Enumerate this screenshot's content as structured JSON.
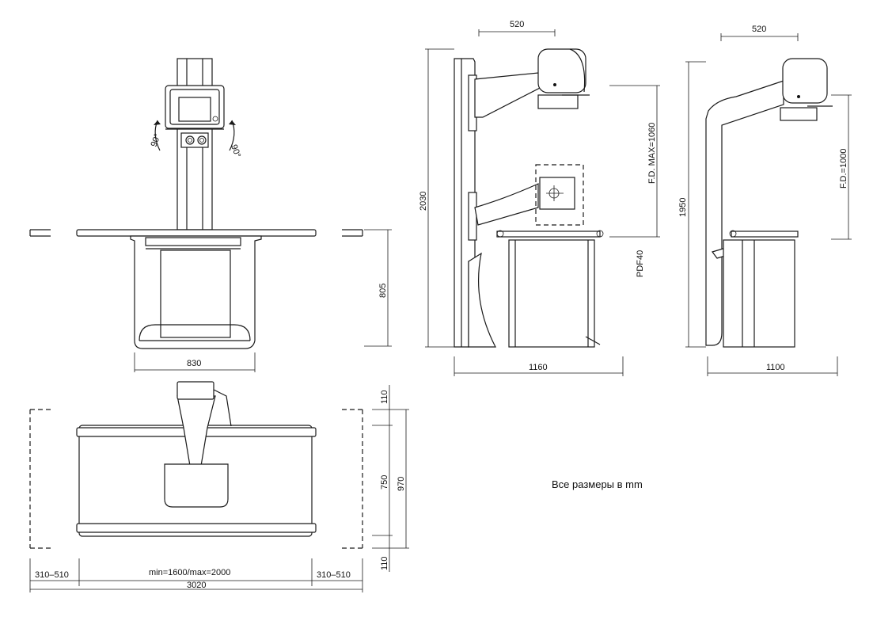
{
  "dimensions": {
    "front_width": "830",
    "front_height": "805",
    "angle_left": "90°",
    "angle_right": "90°",
    "side1_arm": "520",
    "side1_height": "2030",
    "side1_fd": "F.D. MAX=1060",
    "side1_pdf": "PDF40",
    "side1_depth": "1160",
    "side2_arm": "520",
    "side2_height": "1950",
    "side2_fd": "F.D.=1000",
    "side2_depth": "1100",
    "top_110a": "110",
    "top_750": "750",
    "top_970": "970",
    "top_110b": "110",
    "top_left_ext": "310–510",
    "top_table": "min=1600/max=2000",
    "top_right_ext": "310–510",
    "top_total": "3020"
  },
  "note": "Все размеры в mm"
}
